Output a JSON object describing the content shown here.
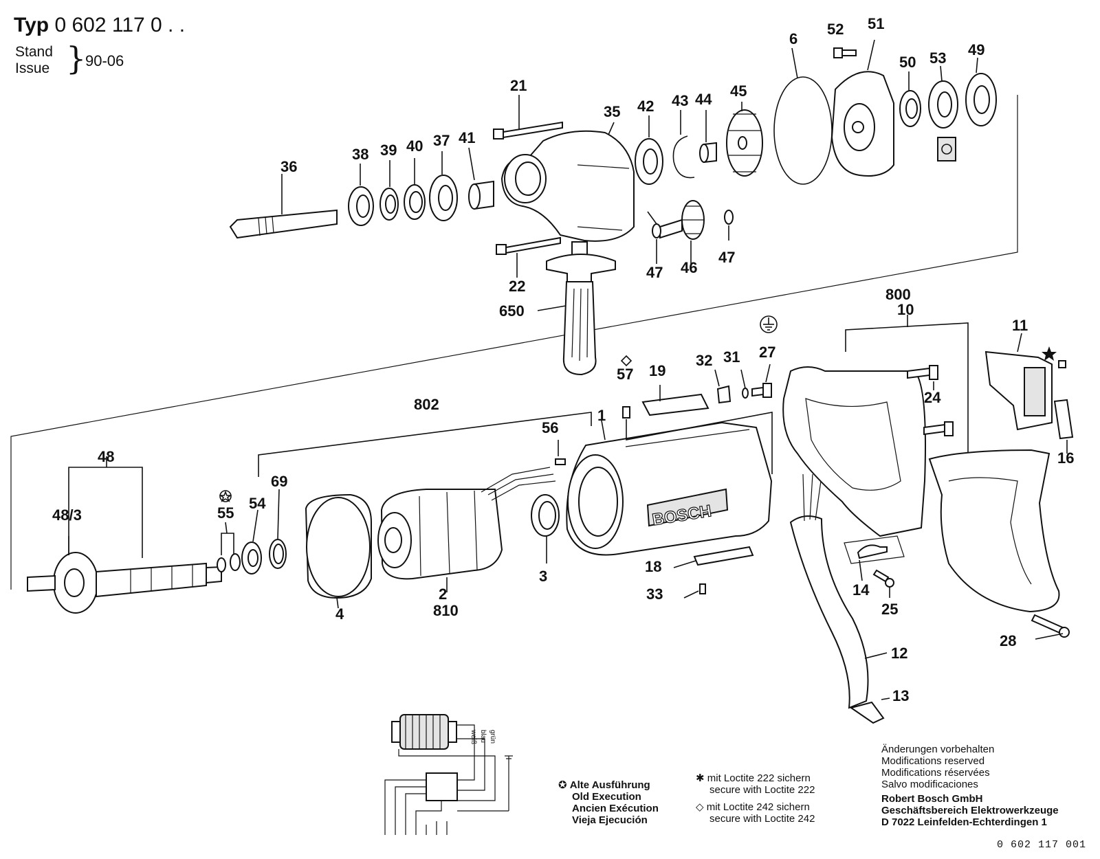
{
  "header": {
    "typ_label": "Typ",
    "typ_number": "0 602 117 0 . .",
    "stand_label": "Stand",
    "issue_label": "Issue",
    "stand_value": "90-06"
  },
  "part_labels": [
    "1",
    "2",
    "3",
    "4",
    "6",
    "10",
    "11",
    "12",
    "13",
    "14",
    "16",
    "18",
    "19",
    "21",
    "22",
    "24",
    "25",
    "27",
    "28",
    "31",
    "32",
    "33",
    "35",
    "36",
    "37",
    "38",
    "39",
    "40",
    "41",
    "42",
    "43",
    "44",
    "45",
    "46",
    "47",
    "47",
    "48",
    "48/3",
    "49",
    "50",
    "51",
    "52",
    "53",
    "54",
    "55",
    "56",
    "57",
    "69",
    "650",
    "800",
    "802",
    "810"
  ],
  "logo_text": "BOSCH",
  "wiring": {
    "wire_labels": [
      "weiß",
      "blau",
      "grün"
    ]
  },
  "legend": {
    "old_execution": [
      "Alte Ausführung",
      "Old Execution",
      "Ancien Exécution",
      "Vieja Ejecución"
    ],
    "loctite_222": [
      "mit Loctite 222 sichern",
      "secure with Loctite 222"
    ],
    "loctite_242": [
      "mit Loctite 242 sichern",
      "secure with Loctite 242"
    ]
  },
  "notes": {
    "modifications": [
      "Änderungen vorbehalten",
      "Modifications reserved",
      "Modifications réservées",
      "Salvo modificaciones"
    ],
    "company": [
      "Robert Bosch GmbH",
      "Geschäftsbereich Elektrowerkzeuge",
      "D 7022 Leinfelden-Echterdingen 1"
    ]
  },
  "doc_number": "0 602 117 001",
  "icons": [
    "old-execution-star-circle-icon",
    "loctite-222-star-icon",
    "loctite-242-diamond-icon",
    "ground-symbol-icon"
  ]
}
